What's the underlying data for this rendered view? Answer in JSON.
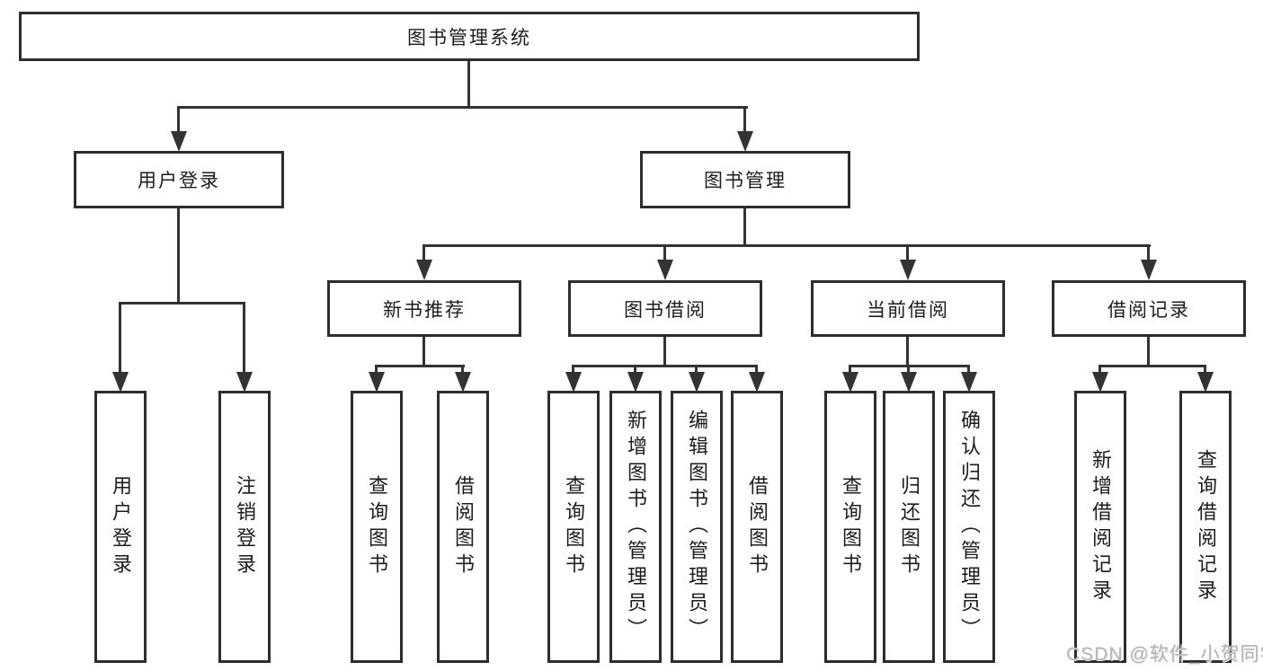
{
  "diagram": {
    "watermark": "CSDN @软件_小贺同学",
    "colors": {
      "line": "#333333",
      "border": "#2d2d2d",
      "text": "#1c1c1c",
      "watermark": "#b5b5b5",
      "background": "#ffffff"
    },
    "tree": {
      "root": "图书管理系统",
      "children": [
        {
          "label": "用户登录",
          "children": [
            "用户登录",
            "注销登录"
          ]
        },
        {
          "label": "图书管理",
          "children": [
            {
              "label": "新书推荐",
              "children": [
                "查询图书",
                "借阅图书"
              ]
            },
            {
              "label": "图书借阅",
              "children": [
                "查询图书",
                "新增图书（管理员）",
                "编辑图书（管理员）",
                "借阅图书"
              ]
            },
            {
              "label": "当前借阅",
              "children": [
                "查询图书",
                "归还图书",
                "确认归还（管理员）"
              ]
            },
            {
              "label": "借阅记录",
              "children": [
                "新增借阅记录",
                "查询借阅记录"
              ]
            }
          ]
        }
      ]
    }
  }
}
